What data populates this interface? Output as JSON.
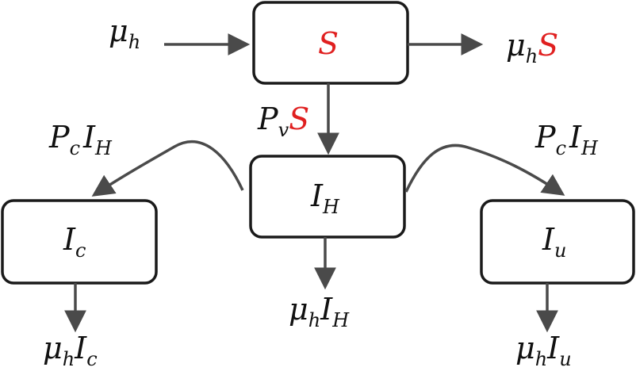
{
  "compartments": {
    "susceptible": {
      "main": "S"
    },
    "infected_host": {
      "main": "I",
      "sub": "H"
    },
    "infected_c": {
      "main": "I",
      "sub": "c"
    },
    "infected_u": {
      "main": "I",
      "sub": "u"
    }
  },
  "flows": {
    "birth": {
      "main": "μ",
      "sub": "h"
    },
    "death_s": {
      "main": "μ",
      "sub": "h",
      "suffix": "S"
    },
    "infection": {
      "main": "P",
      "sub": "v",
      "suffix": "S"
    },
    "to_c": {
      "main": "P",
      "sub": "c",
      "main2": "I",
      "sub2": "H"
    },
    "to_u": {
      "main": "P",
      "sub": "c",
      "main2": "I",
      "sub2": "H"
    },
    "death_h": {
      "main": "μ",
      "sub": "h",
      "main2": "I",
      "sub2": "H"
    },
    "death_c": {
      "main": "μ",
      "sub": "h",
      "main2": "I",
      "sub2": "c"
    },
    "death_u": {
      "main": "μ",
      "sub": "h",
      "main2": "I",
      "sub2": "u"
    }
  },
  "colors": {
    "highlight": "#e02020",
    "arrow": "#4a4a4a",
    "border": "#1a1a1a"
  }
}
